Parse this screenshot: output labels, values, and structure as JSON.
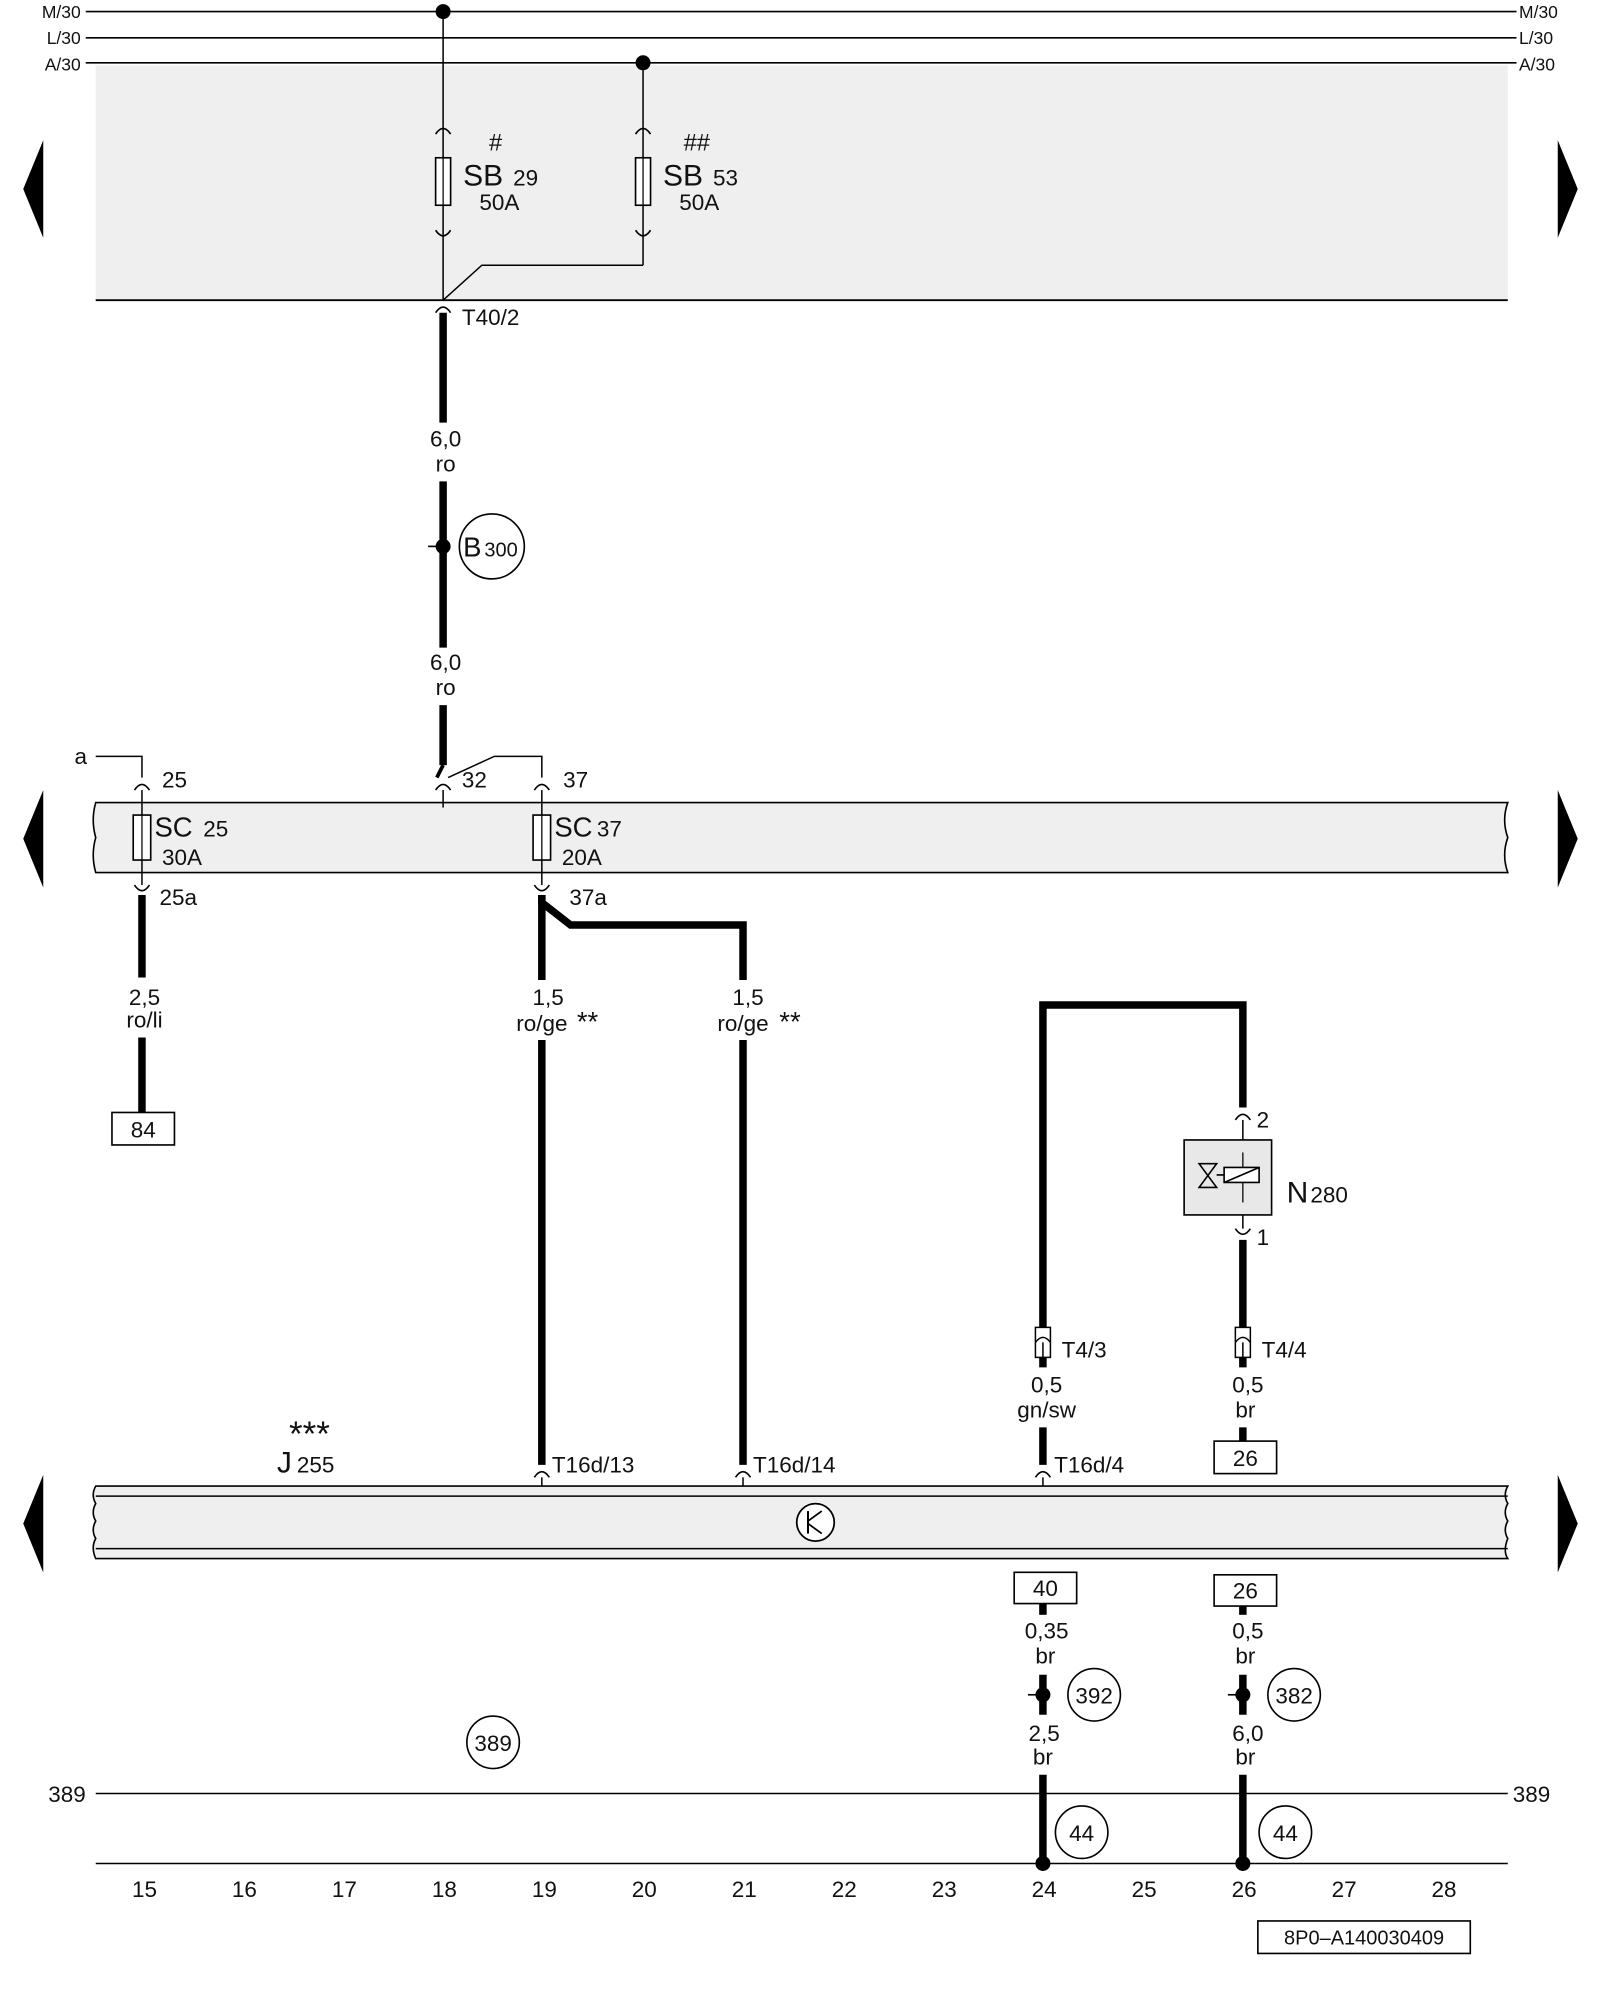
{
  "rails": {
    "m": "M/30",
    "l": "L/30",
    "a": "A/30"
  },
  "fuses_top": {
    "sb29": {
      "mark": "#",
      "name": "SB",
      "num": "29",
      "rating": "50A"
    },
    "sb53": {
      "mark": "##",
      "name": "SB",
      "num": "53",
      "rating": "50A"
    }
  },
  "connector_t40_2": "T40/2",
  "wire_main": {
    "gauge1": "6,0",
    "color1": "ro",
    "gauge2": "6,0",
    "color2": "ro"
  },
  "b300": {
    "letter": "B",
    "num": "300"
  },
  "fuse_panel": {
    "a_label": "a",
    "pin25": "25",
    "pin32": "32",
    "pin37": "37",
    "pin25a": "25a",
    "pin37a": "37a",
    "sc25": {
      "name": "SC",
      "num": "25",
      "rating": "30A"
    },
    "sc37": {
      "name": "SC",
      "num": "37",
      "rating": "20A"
    }
  },
  "wires_mid": {
    "w1": {
      "gauge": "2,5",
      "color": "ro/li"
    },
    "w2": {
      "gauge": "1,5",
      "color": "ro/ge",
      "mark": "**"
    },
    "w3": {
      "gauge": "1,5",
      "color": "ro/ge",
      "mark": "**"
    }
  },
  "ref_84": "84",
  "n280": {
    "letter": "N",
    "num": "280",
    "pin2": "2",
    "pin1": "1"
  },
  "t4_3": "T4/3",
  "t4_4": "T4/4",
  "wire_gnsw": {
    "gauge": "0,5",
    "color": "gn/sw"
  },
  "wire_br_a": {
    "gauge": "0,5",
    "color": "br"
  },
  "ref_26_top": "26",
  "j255": {
    "mark": "***",
    "letter": "J",
    "num": "255"
  },
  "t16d": {
    "p13": "T16d/13",
    "p14": "T16d/14",
    "p4": "T16d/4"
  },
  "ref_40": "40",
  "ref_26_bottom": "26",
  "lower_wires": {
    "w392_top": {
      "gauge": "0,35",
      "color": "br"
    },
    "w392_bottom": {
      "gauge": "2,5",
      "color": "br"
    },
    "w382_top": {
      "gauge": "0,5",
      "color": "br"
    },
    "w382_bottom": {
      "gauge": "6,0",
      "color": "br"
    }
  },
  "ground_points": {
    "g392": "392",
    "g382": "382",
    "g389": "389",
    "g44_left": "44",
    "g44_right": "44"
  },
  "ground_line": {
    "left": "389",
    "right": "389"
  },
  "columns": [
    "15",
    "16",
    "17",
    "18",
    "19",
    "20",
    "21",
    "22",
    "23",
    "24",
    "25",
    "26",
    "27",
    "28"
  ],
  "doc_id": "8P0–A140030409"
}
